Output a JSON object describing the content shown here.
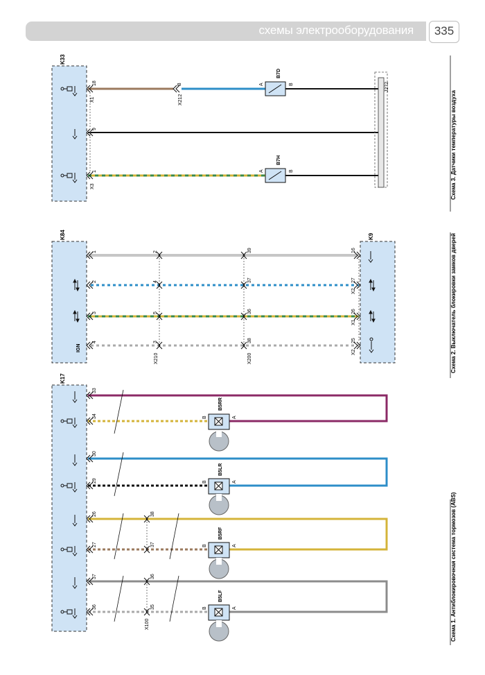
{
  "header": {
    "title": "схемы электрооборудования",
    "page_number": "335"
  },
  "colors": {
    "box_fill": "#cfe3f5",
    "purple": "#8b2a66",
    "blue": "#2d8ec8",
    "brown": "#9b7a5e",
    "yellow": "#d4b43a",
    "gray": "#8c8c8c",
    "green": "#3a8a4a",
    "black": "#111111"
  },
  "schemes": [
    {
      "id": "s1",
      "caption": "Схема 1. Антиблокировочная система тормозов (ABS)",
      "block": "K17",
      "connector": "X100",
      "sensors": [
        {
          "name": "B5RR",
          "pin_a": "A",
          "pin_b": "B",
          "pins": [
            "33",
            "34"
          ]
        },
        {
          "name": "B5LR",
          "pin_a": "A",
          "pin_b": "B",
          "pins": [
            "30",
            "29"
          ]
        },
        {
          "name": "B5RF",
          "pin_a": "A",
          "pin_b": "B",
          "pins": [
            "26",
            "27"
          ],
          "x100": [
            "38",
            "37"
          ]
        },
        {
          "name": "B5LF",
          "pin_a": "A",
          "pin_b": "B",
          "pins": [
            "37",
            "36"
          ],
          "x100": [
            "36",
            "35"
          ]
        }
      ]
    },
    {
      "id": "s2",
      "caption": "Схема 2. Выключатель блокировки замков дверей",
      "block_left": "K84",
      "block_right": "K9",
      "connectors": [
        "X210",
        "X200",
        "X2",
        "X2",
        "X1",
        "X2"
      ],
      "label_ign": "IGN",
      "rows": [
        {
          "left": "1",
          "c1": "2",
          "c2": "39",
          "right": "16"
        },
        {
          "left": "2",
          "c1": "4",
          "c2": "37",
          "right": "27"
        },
        {
          "left": "3",
          "c1": "5",
          "c2": "36",
          "right": "26"
        },
        {
          "left": "4",
          "c1": "3",
          "c2": "38",
          "right": "25"
        }
      ]
    },
    {
      "id": "s3",
      "caption": "Схема 3. Датчики температуры воздуха",
      "block": "K33",
      "connectors": [
        "X1",
        "X3",
        "X212",
        "J272"
      ],
      "pins": [
        "18",
        "9",
        "1"
      ],
      "sensors": [
        {
          "name": "B7D",
          "pin_a": "A",
          "pin_b": "B",
          "x212": "B"
        },
        {
          "name": "B7H",
          "pin_a": "A",
          "pin_b": "B"
        }
      ]
    }
  ]
}
